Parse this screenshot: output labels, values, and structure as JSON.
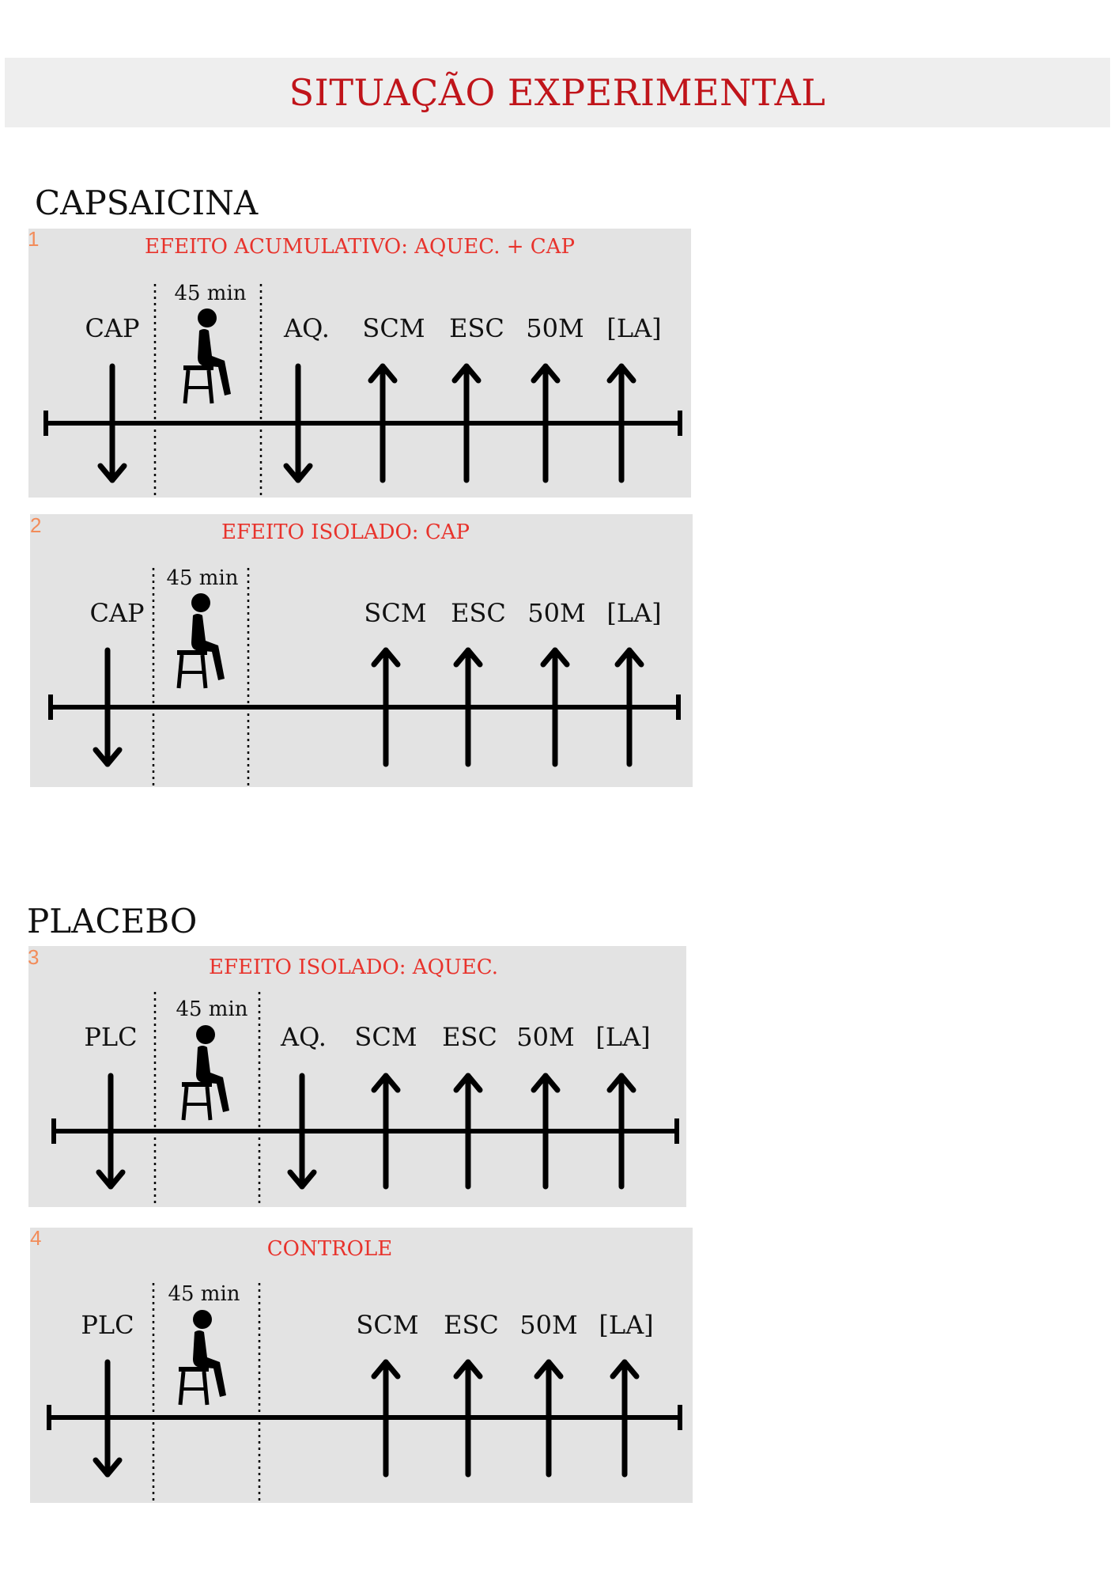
{
  "header": {
    "title": "SITUAÇÃO EXPERIMENTAL",
    "background": "#eeeeee",
    "title_color": "#c0141a"
  },
  "sections": {
    "capsaicina": "CAPSAICINA",
    "placebo": "PLACEBO"
  },
  "panel_background": "#e3e3e3",
  "label_color": "#e8332c",
  "number_color": "#f28c5a",
  "panels": [
    {
      "number": "1",
      "title": "EFEITO ACUMULATIVO: AQUEC. + CAP",
      "rest_label": "45 min",
      "events": [
        "CAP",
        "AQ.",
        "SCM",
        "ESC",
        "50M",
        "[LA]"
      ]
    },
    {
      "number": "2",
      "title": "EFEITO ISOLADO: CAP",
      "rest_label": "45 min",
      "events": [
        "CAP",
        "SCM",
        "ESC",
        "50M",
        "[LA]"
      ]
    },
    {
      "number": "3",
      "title": "EFEITO ISOLADO: AQUEC.",
      "rest_label": "45 min",
      "events": [
        "PLC",
        "AQ.",
        "SCM",
        "ESC",
        "50M",
        "[LA]"
      ]
    },
    {
      "number": "4",
      "title": "CONTROLE",
      "rest_label": "45 min",
      "events": [
        "PLC",
        "SCM",
        "ESC",
        "50M",
        "[LA]"
      ]
    }
  ]
}
